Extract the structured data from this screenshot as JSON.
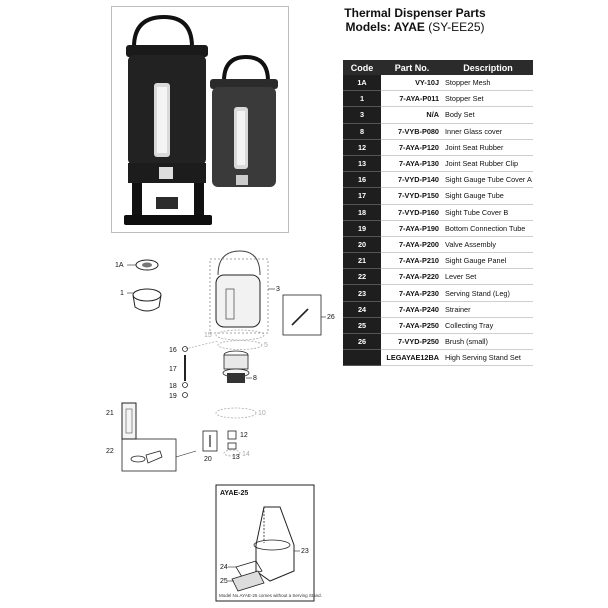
{
  "header": {
    "title": "Thermal Dispenser Parts",
    "models_label": "Models:",
    "model": "AYAE",
    "model_code": "(SY-EE25)"
  },
  "table": {
    "columns": [
      "Code",
      "Part No.",
      "Description"
    ],
    "rows": [
      {
        "code": "1A",
        "part": "VY-10J",
        "desc": "Stopper Mesh"
      },
      {
        "code": "1",
        "part": "7-AYA-P011",
        "desc": "Stopper Set"
      },
      {
        "code": "3",
        "part": "N/A",
        "desc": "Body Set"
      },
      {
        "code": "8",
        "part": "7-VYB-P080",
        "desc": "Inner Glass cover"
      },
      {
        "code": "12",
        "part": "7-AYA-P120",
        "desc": "Joint Seat Rubber"
      },
      {
        "code": "13",
        "part": "7-AYA-P130",
        "desc": "Joint Seat Rubber Clip"
      },
      {
        "code": "16",
        "part": "7-VYD-P140",
        "desc": "Sight Gauge Tube Cover A"
      },
      {
        "code": "17",
        "part": "7-VYD-P150",
        "desc": "Sight Gauge Tube"
      },
      {
        "code": "18",
        "part": "7-VYD-P160",
        "desc": "Sight Tube Cover B"
      },
      {
        "code": "19",
        "part": "7-AYA-P190",
        "desc": "Bottom Connection Tube"
      },
      {
        "code": "20",
        "part": "7-AYA-P200",
        "desc": "Valve Assembly"
      },
      {
        "code": "21",
        "part": "7-AYA-P210",
        "desc": "Sight Gauge Panel"
      },
      {
        "code": "22",
        "part": "7-AYA-P220",
        "desc": "Lever Set"
      },
      {
        "code": "23",
        "part": "7-AYA-P230",
        "desc": "Serving Stand (Leg)"
      },
      {
        "code": "24",
        "part": "7-AYA-P240",
        "desc": "Strainer"
      },
      {
        "code": "25",
        "part": "7-AYA-P250",
        "desc": "Collecting Tray"
      },
      {
        "code": "26",
        "part": "7-VYD-P250",
        "desc": "Brush (small)"
      },
      {
        "code": "",
        "part": "LEGAYAE12BA",
        "desc": "High Serving Stand Set"
      }
    ]
  },
  "diagram": {
    "callouts": [
      "1A",
      "1",
      "3",
      "26",
      "16",
      "17",
      "8",
      "18",
      "19",
      "21",
      "22",
      "12",
      "13",
      "20",
      "23",
      "24",
      "25"
    ],
    "ghost_callouts": [
      "15",
      "5",
      "10",
      "14"
    ],
    "inset_title": "AYAE-25",
    "inset_caption": "Model No.AYAE-25 comes without a Serving Stand."
  }
}
